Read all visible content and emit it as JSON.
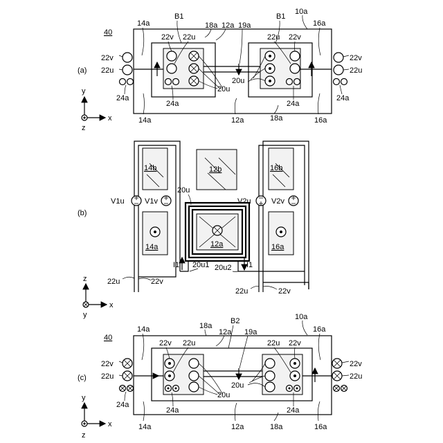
{
  "panel_a": {
    "panel_label": "(a)",
    "ref_device": "40",
    "ref_10a": "10a",
    "ref_b1_left": "B1",
    "ref_b1_right": "B1",
    "ref_18a_top": "18a",
    "ref_12a_top": "12a",
    "ref_19a": "19a",
    "ref_14a_top": "14a",
    "ref_16a_top": "16a",
    "ref_22v_l": "22v",
    "ref_22u_l": "22u",
    "ref_22u_r": "22u",
    "ref_22v_r": "22v",
    "ref_22v_out_l": "22v",
    "ref_22u_out_l": "22u",
    "ref_22v_out_r": "22v",
    "ref_22u_out_r": "22u",
    "ref_24a_out_l": "24a",
    "ref_24a_out_r": "24a",
    "ref_20u_a": "20u",
    "ref_20u_b": "20u",
    "ref_24a_in_l": "24a",
    "ref_24a_in_r": "24a",
    "ref_14a_bot": "14a",
    "ref_12a_bot": "12a",
    "ref_18a_bot": "18a",
    "ref_16a_bot": "16a",
    "axis_y": "y",
    "axis_x": "x",
    "axis_z": "z"
  },
  "panel_b": {
    "panel_label": "(b)",
    "ref_14b": "14b",
    "ref_12b": "12b",
    "ref_16b": "16b",
    "ref_14a": "14a",
    "ref_12a": "12a",
    "ref_16a": "16a",
    "ref_20u": "20u",
    "ref_v1u": "V1u",
    "ref_v1v": "V1v",
    "ref_v2u": "V2u",
    "ref_v2v": "V2v",
    "ref_i1_l": "I1",
    "ref_i1_r": "I1",
    "ref_20u1": "20u1",
    "ref_20u2": "20u2",
    "ref_22u_l": "22u",
    "ref_22v_l": "22v",
    "ref_22u_r": "22u",
    "ref_22v_r": "22v",
    "axis_z": "z",
    "axis_x": "x",
    "axis_y": "y"
  },
  "panel_c": {
    "panel_label": "(c)",
    "ref_device": "40",
    "ref_10a": "10a",
    "ref_b2": "B2",
    "ref_18a_top": "18a",
    "ref_12a_top": "12a",
    "ref_19a": "19a",
    "ref_14a_top": "14a",
    "ref_16a_top": "16a",
    "ref_22v_l": "22v",
    "ref_22u_l": "22u",
    "ref_22u_r": "22u",
    "ref_22v_r": "22v",
    "ref_22v_out_l": "22v",
    "ref_22u_out_l": "22u",
    "ref_22v_out_r": "22v",
    "ref_22u_out_r": "22u",
    "ref_24a_out_l": "24a",
    "ref_24a_in_l": "24a",
    "ref_24a_in_r": "24a",
    "ref_20u_a": "20u",
    "ref_20u_b": "20u",
    "ref_14a_bot": "14a",
    "ref_12a_bot": "12a",
    "ref_18a_bot": "18a",
    "ref_16a_bot": "16a",
    "axis_y": "y",
    "axis_x": "x",
    "axis_z": "z"
  }
}
